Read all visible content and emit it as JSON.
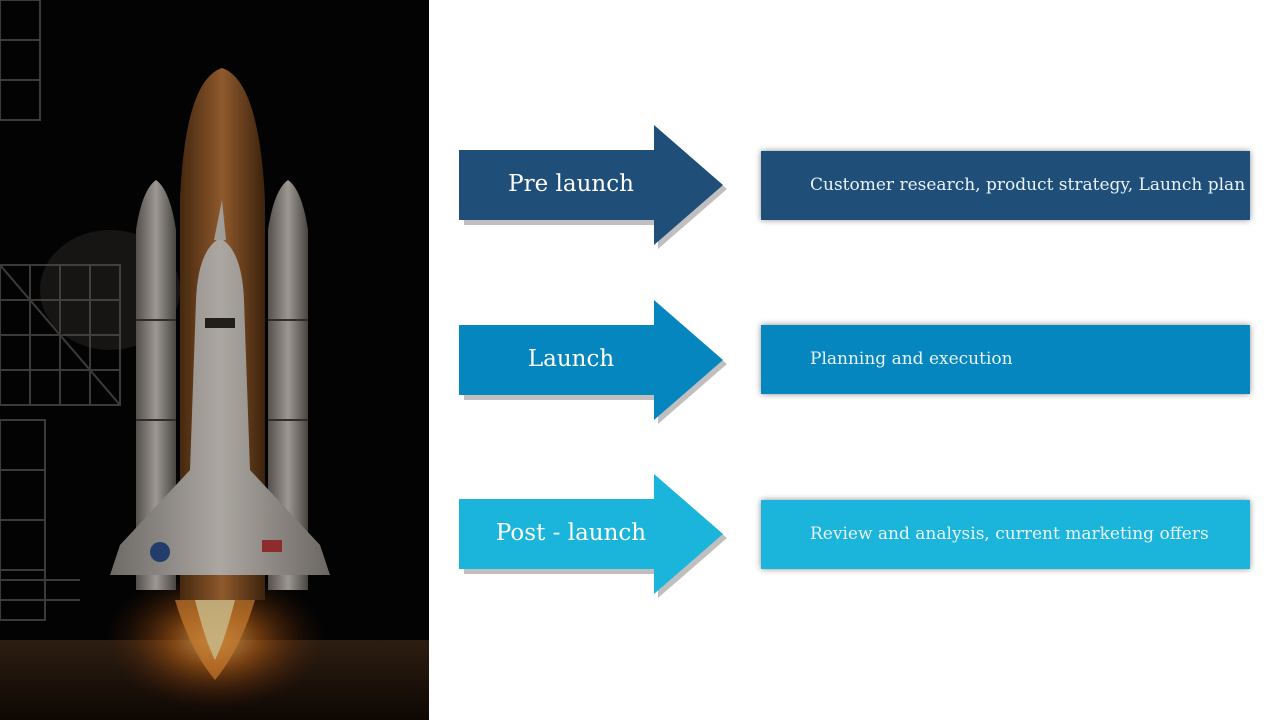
{
  "colors": {
    "stage_dark": "#1f4e79",
    "stage_mid": "#0586be",
    "stage_light": "#1bb4db",
    "background": "#ffffff",
    "photo_bg": "#050505"
  },
  "image": {
    "icon": "space-shuttle-launch-photo"
  },
  "stages": [
    {
      "label": "Pre launch",
      "description": "Customer research, product strategy, Launch plan",
      "color": "#1f4e79"
    },
    {
      "label": "Launch",
      "description": "Planning and execution",
      "color": "#0586be"
    },
    {
      "label": "Post - launch",
      "description": "Review and analysis, current marketing offers",
      "color": "#1bb4db"
    }
  ]
}
